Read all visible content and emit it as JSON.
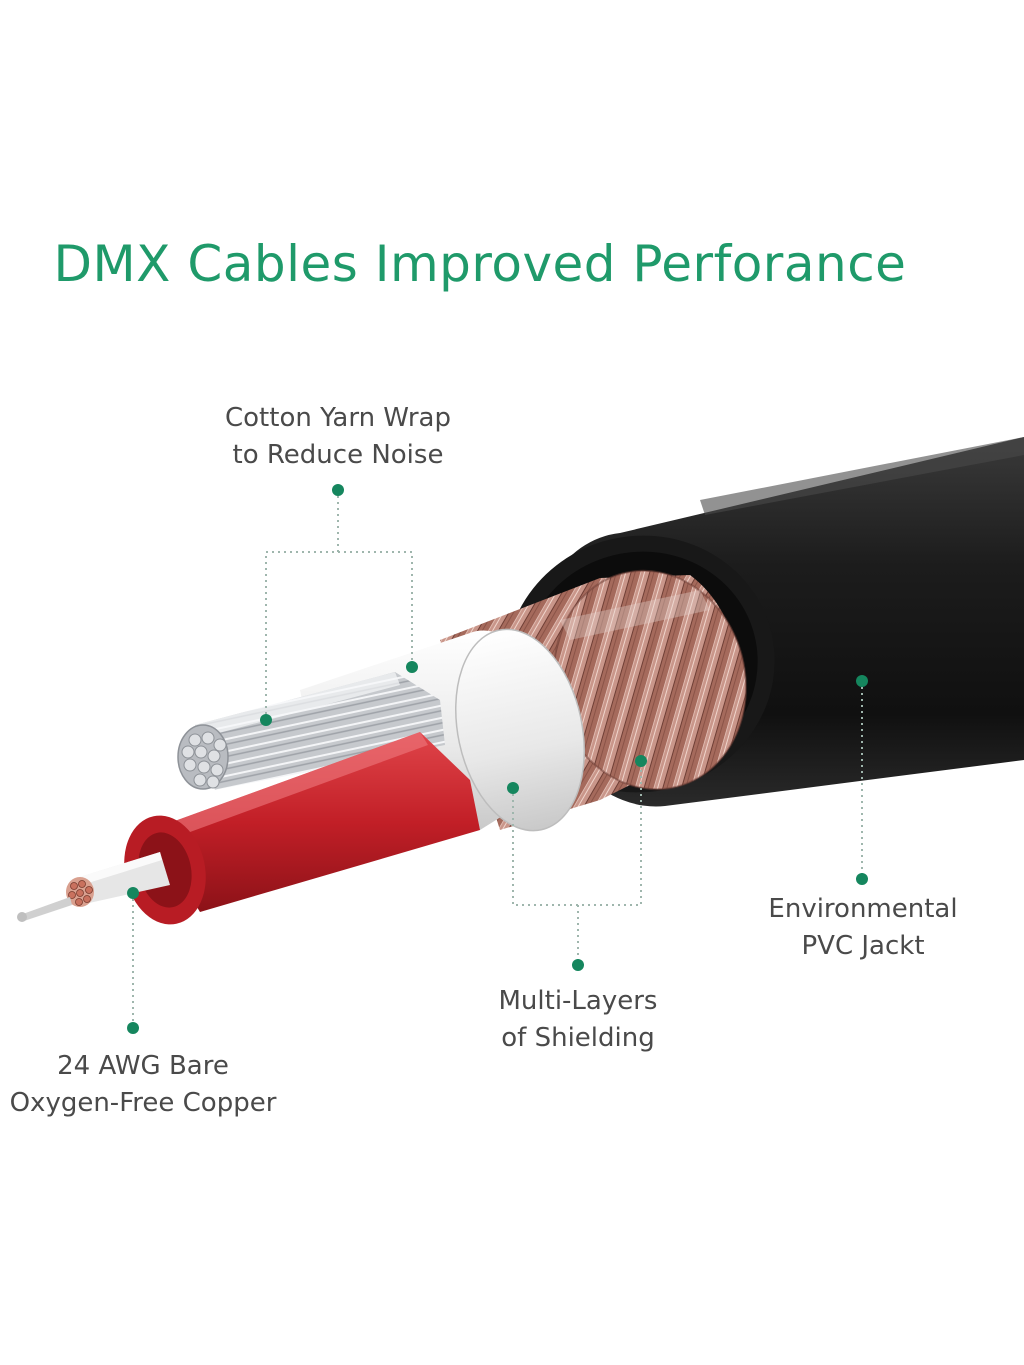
{
  "title": "DMX Cables Improved Perforance",
  "colors": {
    "title_green": "#1f9a6a",
    "dot_green": "#15865e",
    "label_gray": "#4a4a4a",
    "jacket_black": "#1e1e1e",
    "conductor_red": "#c42a30",
    "insulation_white": "#ececec",
    "copper_braid": "#b5786a",
    "tinned_wire": "#cfd2d6"
  },
  "callouts": {
    "cotton_yarn": {
      "line1": "Cotton Yarn Wrap",
      "line2": "to Reduce Noise"
    },
    "pvc_jacket": {
      "line1": "Environmental",
      "line2": "PVC Jackt"
    },
    "shielding": {
      "line1": "Multi-Layers",
      "line2": "of Shielding"
    },
    "copper": {
      "line1": "24 AWG Bare",
      "line2": "Oxygen-Free Copper"
    }
  }
}
